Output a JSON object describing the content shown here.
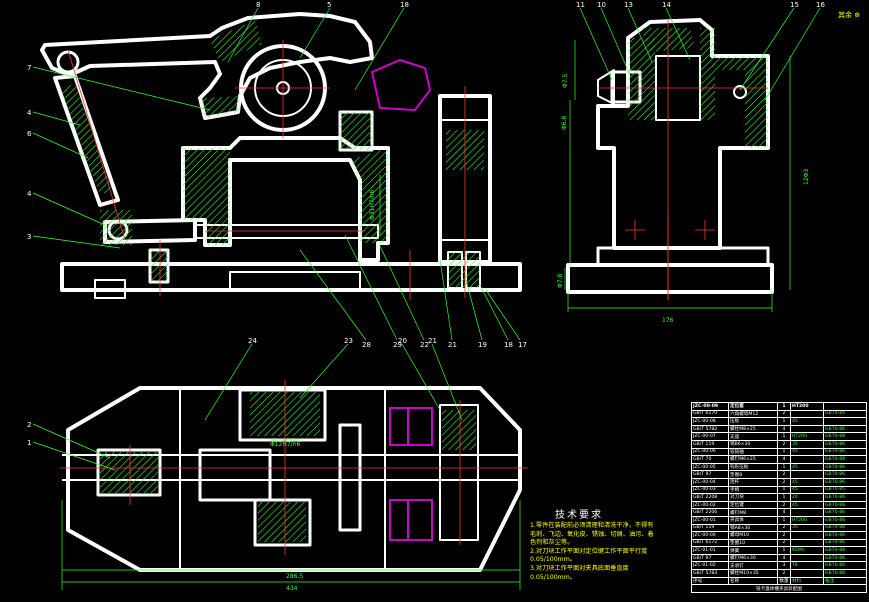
{
  "callouts_front": [
    "8",
    "5",
    "18",
    "7",
    "4",
    "6",
    "4",
    "3",
    "28",
    "29",
    "22",
    "21",
    "19",
    "18",
    "17"
  ],
  "callouts_side": [
    "11",
    "10",
    "13",
    "14",
    "15",
    "16"
  ],
  "callouts_plan": [
    "24",
    "23",
    "20",
    "21",
    "2",
    "1"
  ],
  "dims": {
    "side_top": "Φ7.5",
    "side_mid": "Φ6.8",
    "side_right": "12Φ3",
    "side_base": "Φ7.8",
    "side_bottom": "176",
    "front_vert": "Φ31H7/n6",
    "plan_mid": "Φ12H7/n6",
    "plan_inner": "286.5",
    "plan_outer": "434"
  },
  "corner_text": "其余",
  "tech": {
    "title": "技术要求",
    "lines": [
      "1.零件在装配前必须清理和清洗干净，不得有",
      "毛刺、飞边、氧化皮、锈蚀、切屑、油污、着",
      "色剂和灰尘等。",
      "2.对刀块工作平面对定位键工作平面平行度",
      "0.05/100mm。",
      "3.对刀块工作平面对夹具底面垂直度",
      "0.05/100mm。"
    ]
  },
  "bom": {
    "header": [
      "JZC-00-09",
      "定位套",
      "1",
      "HT200",
      ""
    ],
    "rows": [
      [
        "GB/T 6170",
        "六角螺母M12",
        "2",
        "",
        "GB70-85"
      ],
      [
        "JZC-00-08",
        "压板",
        "1",
        "45",
        ""
      ],
      [
        "GB/T 5782",
        "螺栓M8×25",
        "4",
        "",
        "GB70-86"
      ],
      [
        "JZC-00-07",
        "支座",
        "1",
        "HT200",
        "GB70-88"
      ],
      [
        "GB/T 119",
        "销B6×30",
        "2",
        "35",
        "GB70-86"
      ],
      [
        "JZC-00-06",
        "铰链轴",
        "1",
        "45",
        "GB70-86"
      ],
      [
        "GB/T 70",
        "螺钉M6×25",
        "4",
        "",
        "GB70-88"
      ],
      [
        "JZC-00-05",
        "钩形压板",
        "1",
        "45",
        "GB70-86"
      ],
      [
        "GB/T 97",
        "垫圈8",
        "2",
        "",
        "GB70-86"
      ],
      [
        "JZC-00-04",
        "连杆",
        "2",
        "45",
        "GB70-86"
      ],
      [
        "JZC-00-03",
        "手柄",
        "1",
        "45",
        "GB70-85"
      ],
      [
        "GB/T 2208",
        "对刀块",
        "1",
        "20",
        "GB70-86"
      ],
      [
        "JZC-00-02",
        "定位键",
        "2",
        "45",
        "GB70-88"
      ],
      [
        "GB/T 2206",
        "螺钉M8",
        "4",
        "",
        "GB70-86"
      ],
      [
        "JZC-00-01",
        "夹具体",
        "1",
        "HT200",
        "GB70-86"
      ],
      [
        "GB/T 119",
        "销A8×30",
        "2",
        "35",
        "GB70-88"
      ],
      [
        "JZC-00-00",
        "螺母M10",
        "2",
        "",
        "GB70-86"
      ],
      [
        "GB/T 6172",
        "垫圈10",
        "2",
        "",
        "GB70-86"
      ],
      [
        "JZC-01-01",
        "弹簧",
        "1",
        "65Mn",
        "GB70-88"
      ],
      [
        "GB/T 97",
        "螺钉M6×30",
        "4",
        "",
        "GB70-86"
      ],
      [
        "JZC-01-02",
        "支承钉",
        "3",
        "T8",
        "GB70-86"
      ],
      [
        "GB/T 5783",
        "螺栓M10×35",
        "2",
        "",
        "GB70-88"
      ],
      [
        "序号",
        "名称",
        "数量",
        "材料",
        "备注"
      ]
    ],
    "footer": "铣卡盘体槽夹具装配图"
  }
}
